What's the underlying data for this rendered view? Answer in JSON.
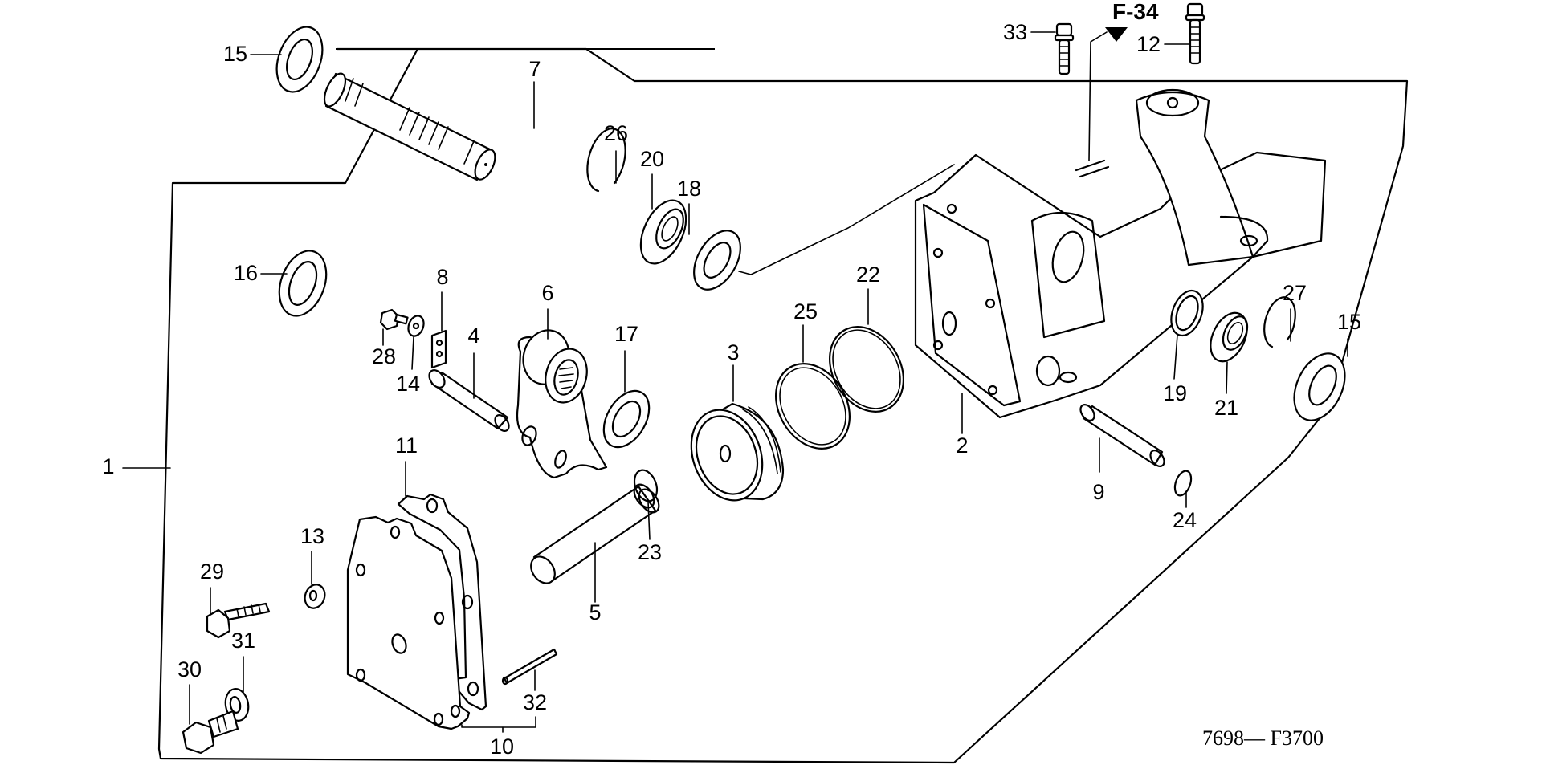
{
  "diagram": {
    "type": "exploded-parts-diagram",
    "reference_label": "F-34",
    "figure_code": "7698— F3700",
    "assembly_callout": "1",
    "sub_assembly_callout": "10",
    "parts": [
      {
        "ref": "2"
      },
      {
        "ref": "3"
      },
      {
        "ref": "4"
      },
      {
        "ref": "5"
      },
      {
        "ref": "6"
      },
      {
        "ref": "7"
      },
      {
        "ref": "8"
      },
      {
        "ref": "9"
      },
      {
        "ref": "11"
      },
      {
        "ref": "12"
      },
      {
        "ref": "13"
      },
      {
        "ref": "14"
      },
      {
        "ref": "15"
      },
      {
        "ref": "15"
      },
      {
        "ref": "16"
      },
      {
        "ref": "17"
      },
      {
        "ref": "18"
      },
      {
        "ref": "19"
      },
      {
        "ref": "20"
      },
      {
        "ref": "21"
      },
      {
        "ref": "22"
      },
      {
        "ref": "23"
      },
      {
        "ref": "24"
      },
      {
        "ref": "25"
      },
      {
        "ref": "26"
      },
      {
        "ref": "27"
      },
      {
        "ref": "28"
      },
      {
        "ref": "29"
      },
      {
        "ref": "30"
      },
      {
        "ref": "31"
      },
      {
        "ref": "32"
      },
      {
        "ref": "33"
      }
    ]
  }
}
